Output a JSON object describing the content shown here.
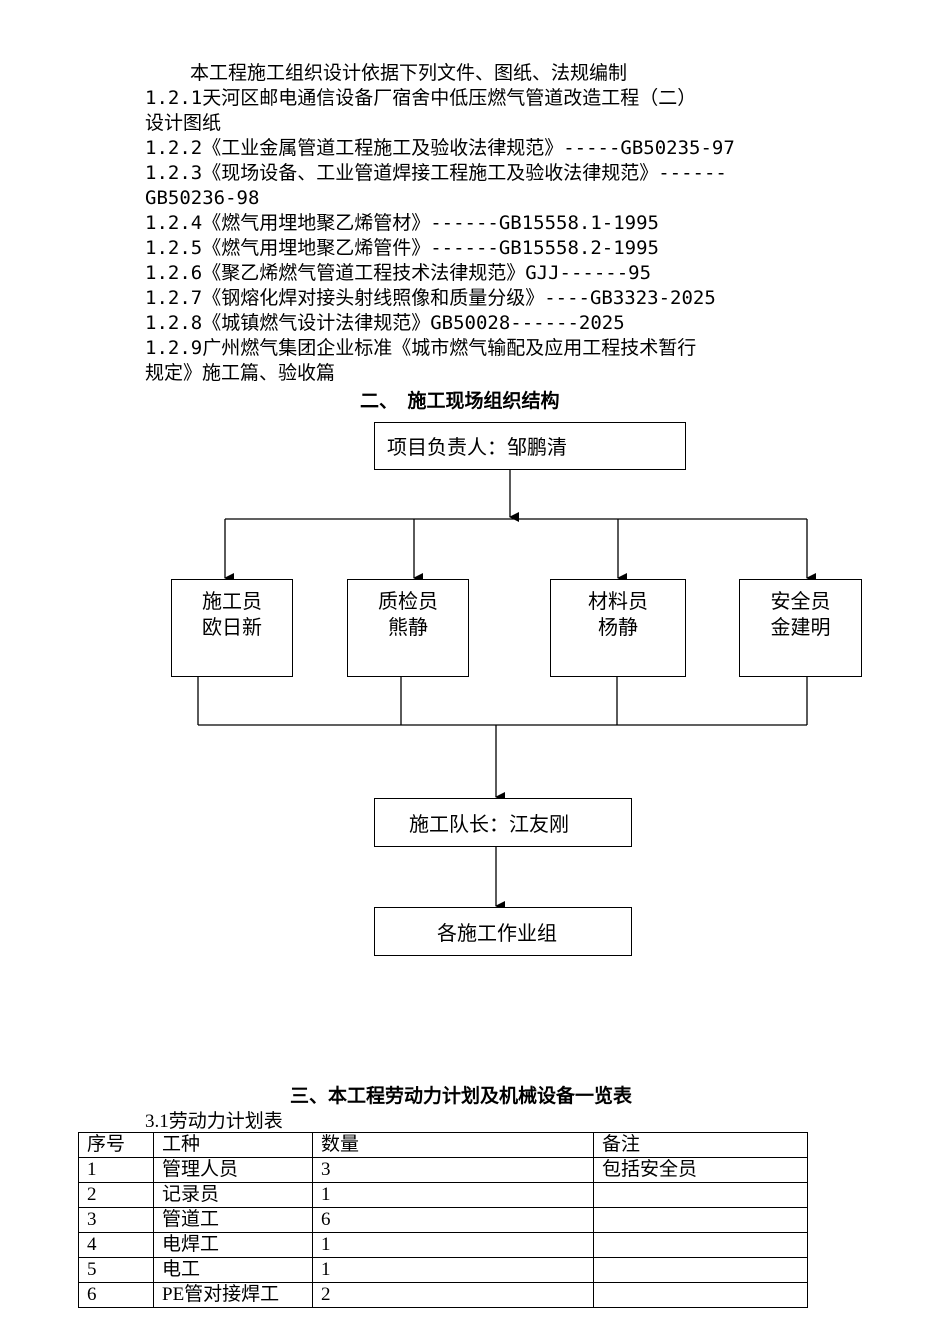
{
  "basis": {
    "intro": "本工程施工组织设计依据下列文件、图纸、法规编制",
    "lines": [
      "1.2.1天河区邮电通信设备厂宿舍中低压燃气管道改造工程（二）",
      "设计图纸",
      "1.2.2《工业金属管道工程施工及验收法律规范》-----GB50235-97",
      "1.2.3《现场设备、工业管道焊接工程施工及验收法律规范》------",
      "GB50236-98",
      "1.2.4《燃气用埋地聚乙烯管材》------GB15558.1-1995",
      "1.2.5《燃气用埋地聚乙烯管件》------GB15558.2-1995",
      "1.2.6《聚乙烯燃气管道工程技术法律规范》GJJ------95",
      "1.2.7《钢熔化焊对接头射线照像和质量分级》----GB3323-2025",
      "1.2.8《城镇燃气设计法律规范》GB50028------2025",
      "1.2.9广州燃气集团企业标准《城市燃气输配及应用工程技术暂行",
      "规定》施工篇、验收篇"
    ]
  },
  "section2": {
    "title": "二、　施工现场组织结构"
  },
  "org": {
    "top": "项目负责人：邹鹏清",
    "staff": [
      {
        "role": "施工员",
        "name": "欧日新"
      },
      {
        "role": "质检员",
        "name": "熊静"
      },
      {
        "role": "材料员",
        "name": "杨静"
      },
      {
        "role": "安全员",
        "name": "金建明"
      }
    ],
    "leader": "施工队长：江友刚",
    "groups": "各施工作业组"
  },
  "section3": {
    "title": "三、本工程劳动力计划及机械设备一览表",
    "table_title": "3.1劳动力计划表",
    "headers": [
      "序号",
      "工种",
      "数量",
      "备注"
    ],
    "rows": [
      [
        "1",
        "管理人员",
        "3",
        "包括安全员"
      ],
      [
        "2",
        "记录员",
        "1",
        ""
      ],
      [
        "3",
        "管道工",
        "6",
        ""
      ],
      [
        "4",
        "电焊工",
        "1",
        ""
      ],
      [
        "5",
        "电工",
        "1",
        ""
      ],
      [
        "6",
        "PE管对接焊工",
        "2",
        ""
      ]
    ]
  }
}
